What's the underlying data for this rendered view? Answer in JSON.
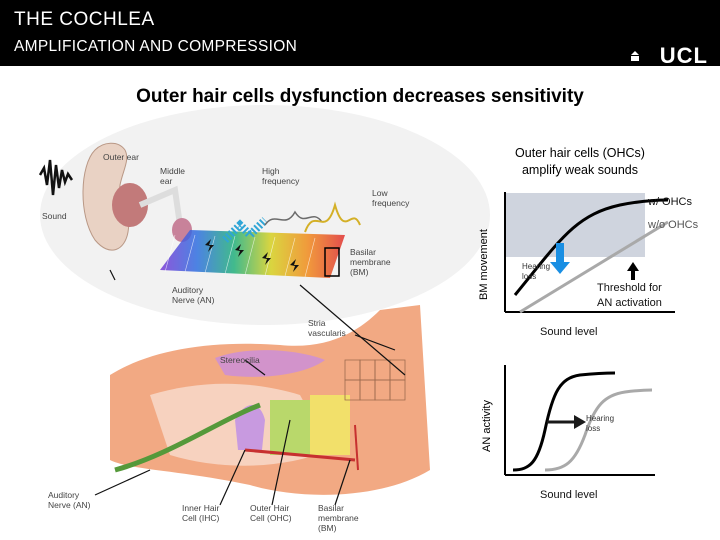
{
  "header": {
    "title": "THE COCHLEA",
    "subtitle": "AMPLIFICATION AND COMPRESSION",
    "logo": "UCL"
  },
  "slide_title": "Outer hair cells dysfunction decreases sensitivity",
  "diagram_labels": {
    "outer_ear": "Outer ear",
    "middle_ear": "Middle ear",
    "sound": "Sound",
    "high_frequency": "High frequency",
    "low_frequency": "Low frequency",
    "basilar_membrane": "Basilar membrane (BM)",
    "auditory_nerve_top": "Auditory Nerve (AN)",
    "stria_vascularis": "Stria vascularis",
    "stereocilia": "Stereocilia",
    "auditory_nerve_bottom": "Auditory Nerve (AN)",
    "inner_hair_cell": "Inner Hair Cell (IHC)",
    "outer_hair_cell": "Outer Hair Cell (OHC)",
    "basilar_membrane_bottom": "Basilar membrane (BM)"
  },
  "bm_chart": {
    "caption_line1": "Outer hair cells (OHCs)",
    "caption_line2": "amplify weak sounds",
    "ylabel": "BM movement",
    "xlabel": "Sound level",
    "legend_with": "w/ OHCs",
    "legend_without": "w/o OHCs",
    "hearing_loss": "Hearing loss",
    "threshold_line1": "Threshold for",
    "threshold_line2": "AN activation",
    "colors": {
      "with": "#000000",
      "without": "#a9a9a9",
      "band": "#cfd4de",
      "arrow_blue": "#1a8fe3"
    }
  },
  "an_chart": {
    "ylabel": "AN activity",
    "xlabel": "Sound level",
    "hearing_loss": "Hearing loss",
    "colors": {
      "with": "#000000",
      "without": "#a9a9a9",
      "arrow": "#1a1a1a"
    }
  }
}
